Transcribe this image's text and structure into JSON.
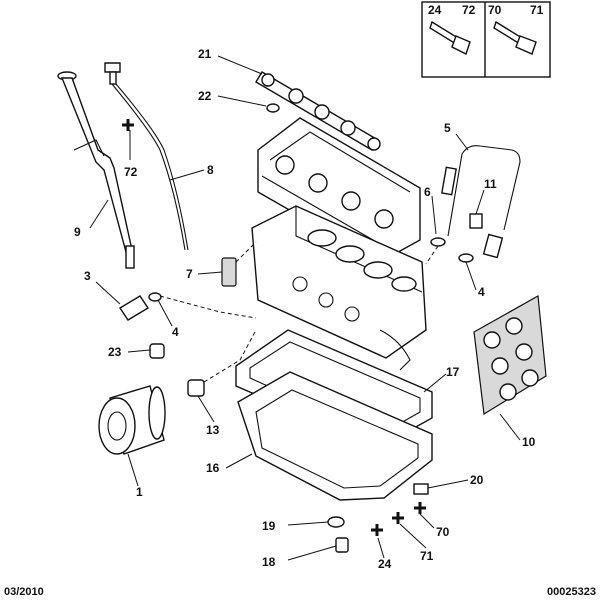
{
  "callouts": [
    {
      "id": "c-24-box",
      "text": "24"
    },
    {
      "id": "c-72-box",
      "text": "72"
    },
    {
      "id": "c-70-box",
      "text": "70"
    },
    {
      "id": "c-71-box",
      "text": "71"
    },
    {
      "id": "c-21",
      "text": "21"
    },
    {
      "id": "c-22",
      "text": "22"
    },
    {
      "id": "c-72",
      "text": "72"
    },
    {
      "id": "c-8",
      "text": "8"
    },
    {
      "id": "c-9",
      "text": "9"
    },
    {
      "id": "c-5",
      "text": "5"
    },
    {
      "id": "c-6",
      "text": "6"
    },
    {
      "id": "c-11",
      "text": "11"
    },
    {
      "id": "c-7",
      "text": "7"
    },
    {
      "id": "c-3",
      "text": "3"
    },
    {
      "id": "c-4a",
      "text": "4"
    },
    {
      "id": "c-4b",
      "text": "4"
    },
    {
      "id": "c-23",
      "text": "23"
    },
    {
      "id": "c-13",
      "text": "13"
    },
    {
      "id": "c-17",
      "text": "17"
    },
    {
      "id": "c-10",
      "text": "10"
    },
    {
      "id": "c-16",
      "text": "16"
    },
    {
      "id": "c-1",
      "text": "1"
    },
    {
      "id": "c-20",
      "text": "20"
    },
    {
      "id": "c-19",
      "text": "19"
    },
    {
      "id": "c-70",
      "text": "70"
    },
    {
      "id": "c-18",
      "text": "18"
    },
    {
      "id": "c-24",
      "text": "24"
    },
    {
      "id": "c-71",
      "text": "71"
    }
  ],
  "footer": {
    "date": "03/2010",
    "reference": "00025323"
  }
}
